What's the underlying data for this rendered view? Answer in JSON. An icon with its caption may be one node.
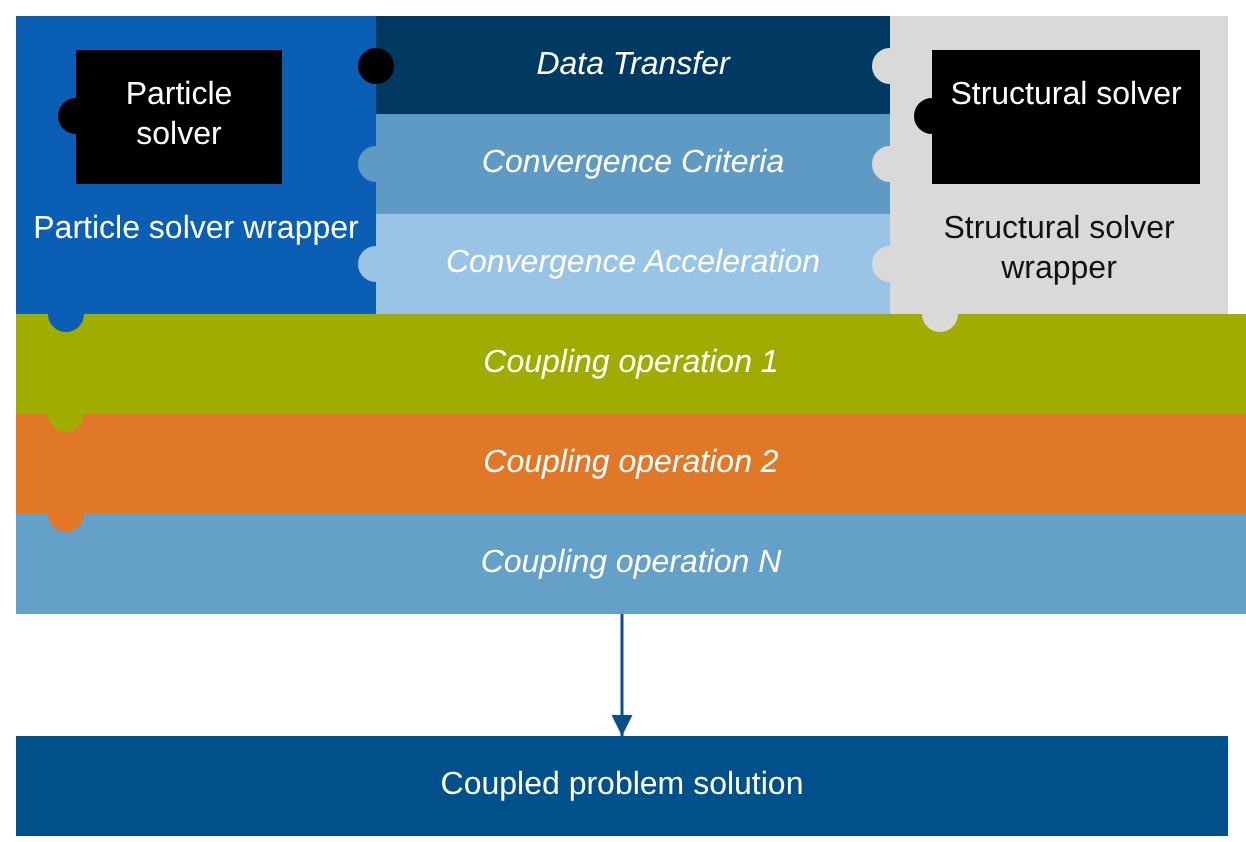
{
  "diagram": {
    "nodes": [
      {
        "text": [
          "Particle solver wrapper"
        ]
      },
      {
        "text": [
          "Particle solver"
        ],
        "in": 0
      },
      {
        "text": [
          "Data Transfer"
        ]
      },
      {
        "text": [
          "Convergence Criteria"
        ]
      },
      {
        "text": [
          "Convergence Acceleration"
        ]
      },
      {
        "text": [
          "Structural solver wrapper"
        ]
      },
      {
        "text": [
          "Structural solver"
        ],
        "in": 5
      },
      {
        "text": [
          "Coupling operation 1"
        ]
      },
      {
        "text": [
          "Coupling operation 2"
        ]
      },
      {
        "text": [
          "Coupling operation N"
        ]
      },
      {
        "text": [
          "Coupled problem solution"
        ]
      }
    ],
    "edges": [
      {
        "from": 9,
        "to": 10,
        "arrow": "to"
      }
    ]
  }
}
